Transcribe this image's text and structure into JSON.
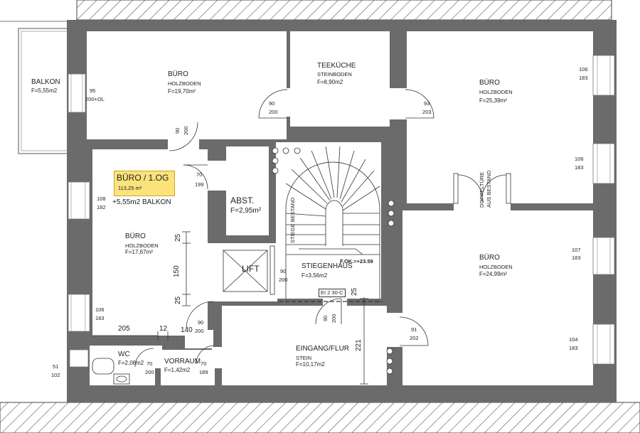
{
  "rooms": {
    "balkon": {
      "name": "BALKON",
      "area": "F=5,55m2"
    },
    "buero_nw": {
      "name": "BÜRO",
      "floor": "HOLZBODEN",
      "area": "F=19,70m²"
    },
    "teekueche": {
      "name": "TEEKÜCHE",
      "floor": "STEINBODEN",
      "area": "F=8,90m2"
    },
    "buero_ne": {
      "name": "BÜRO",
      "floor": "HOLZBODEN",
      "area": "F=25,39m²"
    },
    "buero_w": {
      "name": "BÜRO",
      "floor": "HOLZBODEN",
      "area": "F=17,67m²"
    },
    "abst": {
      "name": "ABST.",
      "area": "F=2,95m²"
    },
    "lift": {
      "name": "LIFT"
    },
    "stiegenhaus": {
      "name": "STIEGENHAUS",
      "area": "F=3,56m2"
    },
    "buero_se": {
      "name": "BÜRO",
      "floor": "HOLZBODEN",
      "area": "F=24,99m²"
    },
    "eingang": {
      "name": "EINGANG/FLUR",
      "floor": "STEIN",
      "area": "F=10,17m2"
    },
    "wc": {
      "name": "WC",
      "area": "F=2,06m2"
    },
    "vorraum": {
      "name": "VORRAUM",
      "area": "F=1,42m2"
    }
  },
  "unit": {
    "title": "BÜRO / 1.OG",
    "area": "113,25 m²",
    "balkon": "+5,55m2 BALKON",
    "highlight_color": "#fbe27a"
  },
  "stair": {
    "label": "STIEGE BESTAND",
    "level": "F.OK.=+23.59",
    "fire_rating": "EI 2 30-C"
  },
  "double_door": {
    "line1": "DOPPELTÜRE",
    "line2": "AUS BESTAND"
  },
  "openings": {
    "o95": {
      "w": "95",
      "h": "200+OL"
    },
    "o90a": {
      "w": "90",
      "h": "200"
    },
    "o90b": {
      "w": "90",
      "h": "200"
    },
    "o93": {
      "w": "93",
      "h": "203"
    },
    "o106a": {
      "w": "106",
      "h": "183"
    },
    "o106b": {
      "w": "106",
      "h": "183"
    },
    "o70a": {
      "w": "70",
      "h": "199"
    },
    "o108": {
      "w": "108",
      "h": "182"
    },
    "o106c": {
      "w": "106",
      "h": "183"
    },
    "o90c": {
      "w": "90",
      "h": "200"
    },
    "o90d": {
      "w": "90",
      "h": "200"
    },
    "o90e": {
      "w": "90",
      "h": "200"
    },
    "o107": {
      "w": "107",
      "h": "183"
    },
    "o91": {
      "w": "91",
      "h": "202"
    },
    "o104": {
      "w": "104",
      "h": "183"
    },
    "o51": {
      "w": "51",
      "h": "102"
    },
    "o70b": {
      "w": "70",
      "h": "200"
    },
    "o70c": {
      "w": "70",
      "h": "189"
    }
  },
  "dims": {
    "d25a": "25",
    "d150": "150",
    "d25b": "25",
    "d205": "205",
    "d12": "12",
    "d140": "140",
    "d25c": "25",
    "d221": "221"
  }
}
